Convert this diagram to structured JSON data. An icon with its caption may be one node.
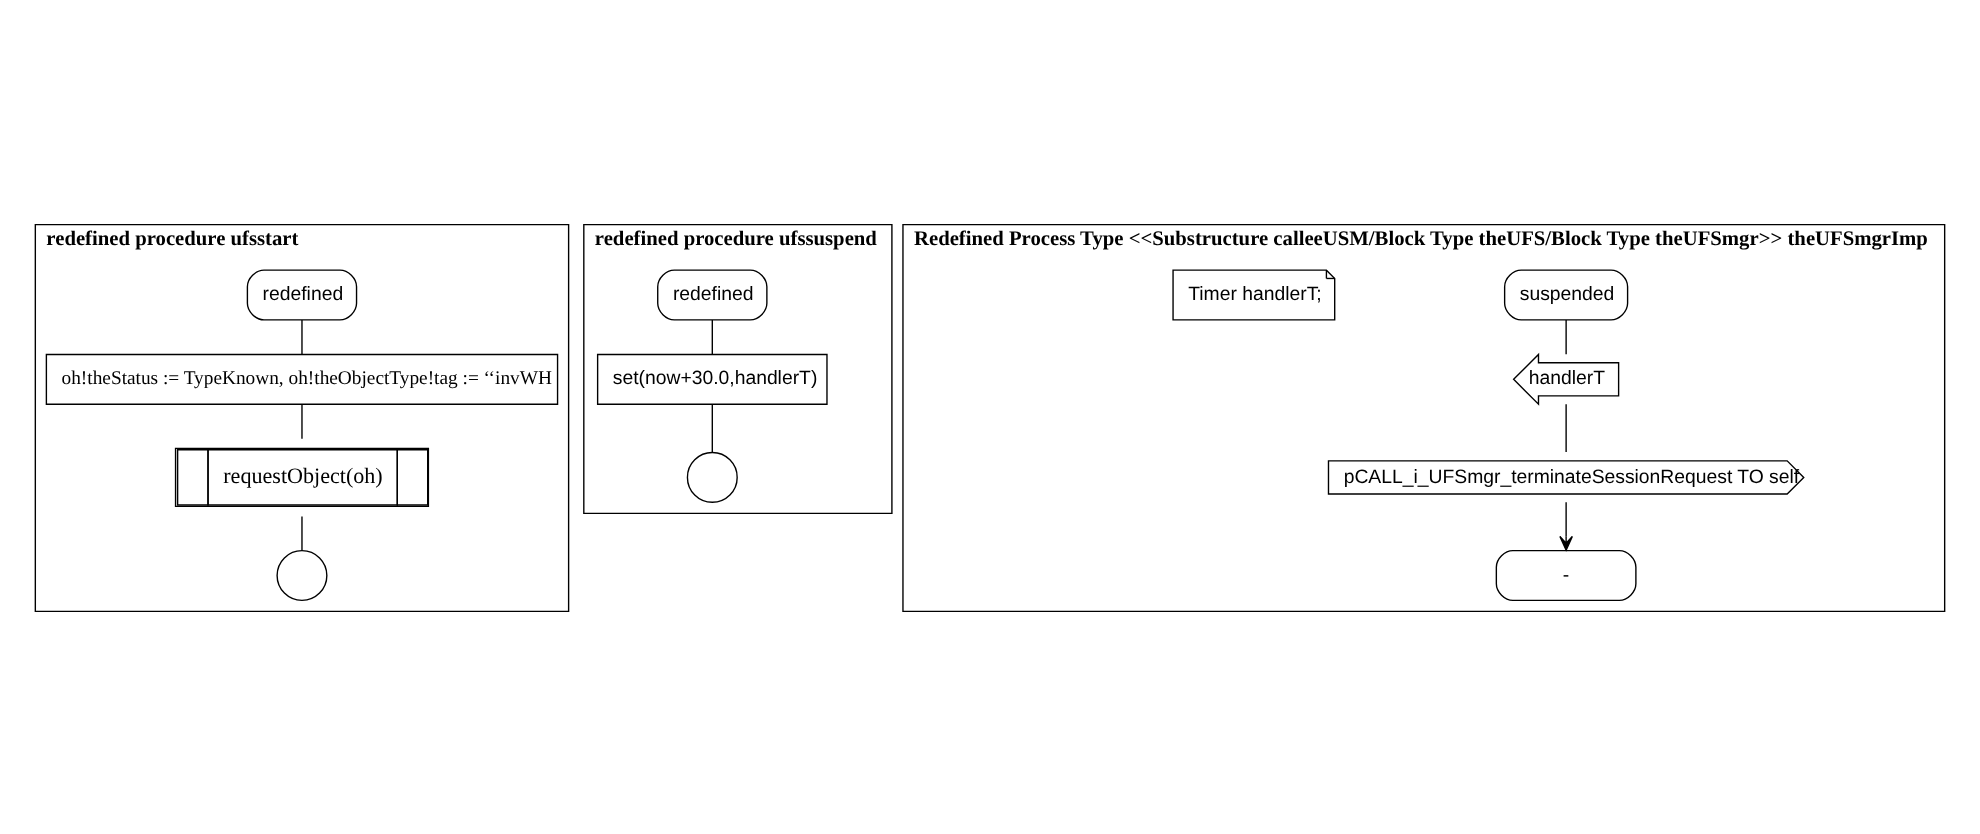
{
  "diagram": {
    "nodes": [
      {
        "text": [
          "redefined procedure ufsstart"
        ]
      },
      {
        "text": [
          "redefined"
        ],
        "in": 0
      },
      {
        "text": [
          "oh!theStatus := TypeKnown, oh!theObjectType!tag := ‘‘invWH"
        ],
        "in": 0
      },
      {
        "text": [
          "requestObject(oh)"
        ],
        "in": 0
      },
      {
        "text": [],
        "shape": "circle",
        "in": 0
      },
      {
        "text": [
          "redefined procedure ufssuspend"
        ]
      },
      {
        "text": [
          "redefined"
        ],
        "in": 5
      },
      {
        "text": [
          "set(now+30.0,handlerT)"
        ],
        "in": 5
      },
      {
        "text": [],
        "shape": "circle",
        "in": 5
      },
      {
        "text": [
          "Redefined Process Type <<Substructure calleeUSM/Block Type theUFS/Block Type theUFSmgr>> theUFSmgrImp"
        ]
      },
      {
        "text": [
          "suspended"
        ],
        "in": 9
      },
      {
        "text": [
          "handlerT"
        ],
        "in": 9
      },
      {
        "text": [
          "pCALL_i_UFSmgr_terminateSessionRequest TO self"
        ],
        "in": 9
      },
      {
        "text": [
          "-"
        ],
        "in": 9
      },
      {
        "text": [
          "Timer handlerT;"
        ],
        "in": 9
      }
    ],
    "edges": [
      {
        "from": 1,
        "to": 2,
        "arrow": "none"
      },
      {
        "from": 2,
        "to": 3,
        "arrow": "none"
      },
      {
        "from": 3,
        "to": 4,
        "arrow": "none"
      },
      {
        "from": 6,
        "to": 7,
        "arrow": "none"
      },
      {
        "from": 7,
        "to": 8,
        "arrow": "none"
      },
      {
        "from": 10,
        "to": 11,
        "arrow": "none"
      },
      {
        "from": 11,
        "to": 12,
        "arrow": "none"
      },
      {
        "from": 12,
        "to": 13,
        "arrow": "to"
      }
    ]
  }
}
